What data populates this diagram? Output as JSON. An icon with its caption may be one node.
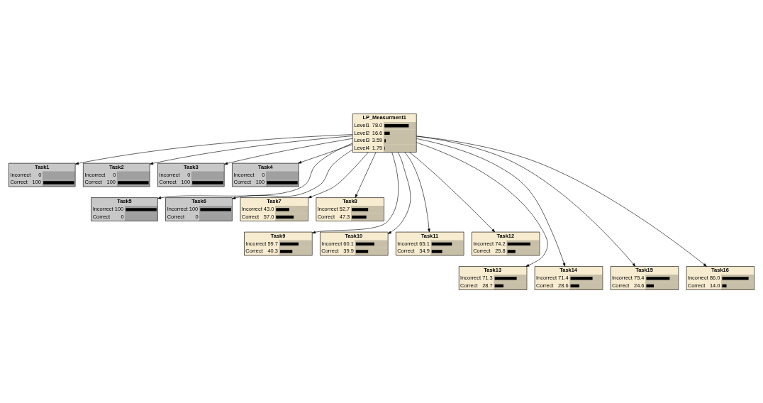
{
  "diagram": {
    "nodes": [
      {
        "text": [
          "LP_Measurment1",
          "Level1",
          "78.0",
          "Level2",
          "16.6",
          "Level3",
          "3.59",
          "Level4",
          "1.79"
        ]
      },
      {
        "text": [
          "Task1",
          "Incorrect",
          "0",
          "Correct",
          "100"
        ]
      },
      {
        "text": [
          "Task2",
          "Incorrect",
          "0",
          "Correct",
          "100"
        ]
      },
      {
        "text": [
          "Task3",
          "Incorrect",
          "0",
          "Correct",
          "100"
        ]
      },
      {
        "text": [
          "Task4",
          "Incorrect",
          "0",
          "Correct",
          "100"
        ]
      },
      {
        "text": [
          "Task5",
          "Incorrect",
          "100",
          "Correct",
          "0"
        ]
      },
      {
        "text": [
          "Task6",
          "Incorrect",
          "100",
          "Correct",
          "0"
        ]
      },
      {
        "text": [
          "Task7",
          "Incorrect",
          "43.0",
          "Correct",
          "57.0"
        ]
      },
      {
        "text": [
          "Task8",
          "Incorrect",
          "52.7",
          "Correct",
          "47.3"
        ]
      },
      {
        "text": [
          "Task9",
          "Incorrect",
          "59.7",
          "Correct",
          "40.3"
        ]
      },
      {
        "text": [
          "Task10",
          "Incorrect",
          "60.1",
          "Correct",
          "39.9"
        ]
      },
      {
        "text": [
          "Task11",
          "Incorrect",
          "65.1",
          "Correct",
          "34.9"
        ]
      },
      {
        "text": [
          "Task12",
          "Incorrect",
          "74.2",
          "Correct",
          "25.8"
        ]
      },
      {
        "text": [
          "Task13",
          "Incorrect",
          "71.3",
          "Correct",
          "28.7"
        ]
      },
      {
        "text": [
          "Task14",
          "Incorrect",
          "71.4",
          "Correct",
          "28.6"
        ]
      },
      {
        "text": [
          "Task15",
          "Incorrect",
          "75.4",
          "Correct",
          "24.6"
        ]
      },
      {
        "text": [
          "Task16",
          "Incorrect",
          "86.0",
          "Correct",
          "14.0"
        ]
      }
    ],
    "edges": [
      {
        "from": 0,
        "to": 1,
        "arrow": "to"
      },
      {
        "from": 0,
        "to": 2,
        "arrow": "to"
      },
      {
        "from": 0,
        "to": 3,
        "arrow": "to"
      },
      {
        "from": 0,
        "to": 4,
        "arrow": "to"
      },
      {
        "from": 0,
        "to": 5,
        "arrow": "to"
      },
      {
        "from": 0,
        "to": 6,
        "arrow": "to"
      },
      {
        "from": 0,
        "to": 7,
        "arrow": "to"
      },
      {
        "from": 0,
        "to": 8,
        "arrow": "to"
      },
      {
        "from": 0,
        "to": 9,
        "arrow": "to"
      },
      {
        "from": 0,
        "to": 10,
        "arrow": "to"
      },
      {
        "from": 0,
        "to": 11,
        "arrow": "to"
      },
      {
        "from": 0,
        "to": 12,
        "arrow": "to"
      },
      {
        "from": 0,
        "to": 13,
        "arrow": "to"
      },
      {
        "from": 0,
        "to": 14,
        "arrow": "to"
      },
      {
        "from": 0,
        "to": 15,
        "arrow": "to"
      },
      {
        "from": 0,
        "to": 16,
        "arrow": "to"
      }
    ]
  }
}
